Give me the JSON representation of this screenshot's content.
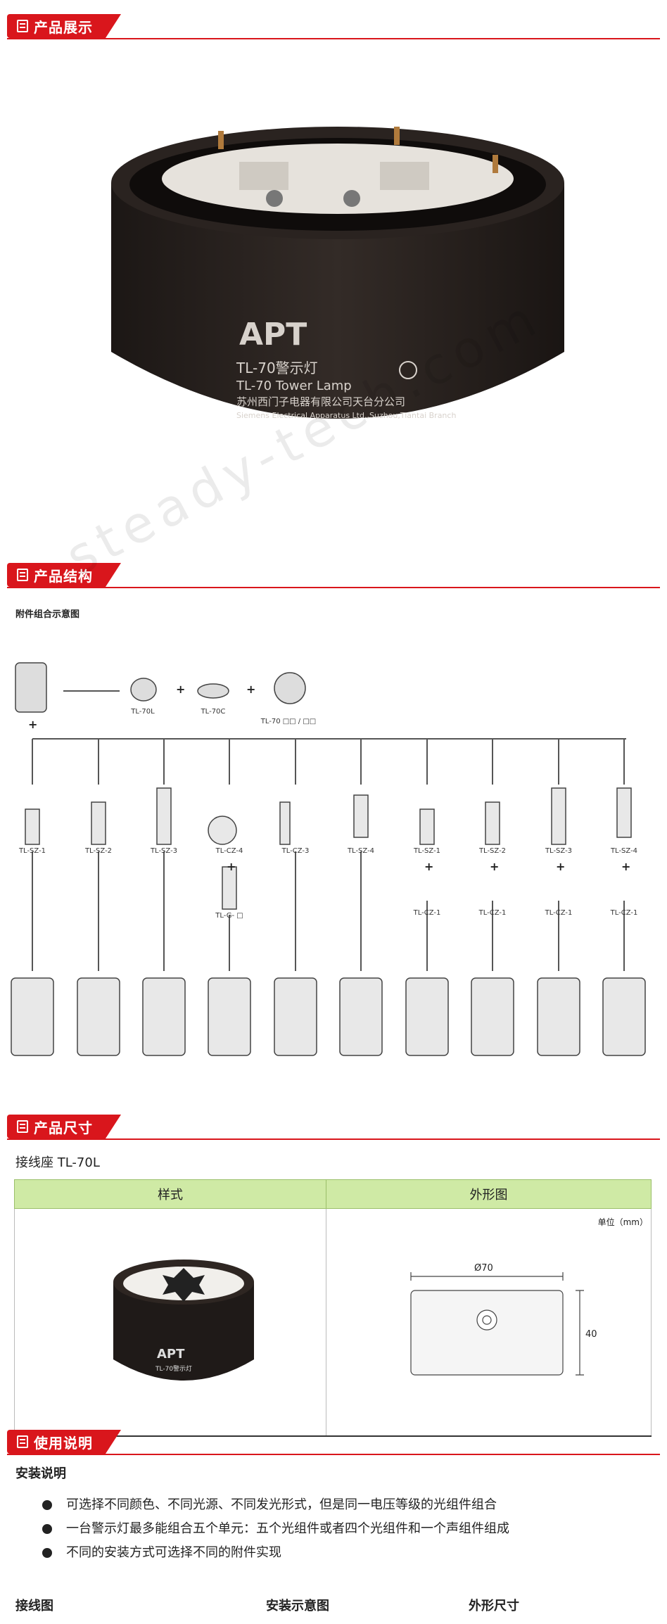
{
  "sections": {
    "display": "产品展示",
    "structure": "产品结构",
    "dimensions": "产品尺寸",
    "usage": "使用说明"
  },
  "product_photo": {
    "brand": "APT",
    "model_cn": "TL-70警示灯",
    "model_en": "TL-70 Tower Lamp",
    "company_cn": "苏州西门子电器有限公司天台分公司",
    "company_en": "Siemens Electrical Apparatus Ltd.,Suzhou,Tiantai Branch"
  },
  "structure": {
    "subtitle": "附件组合示意图",
    "top_parts": [
      "TL-70L",
      "TL-70C",
      "TL-70 □□ / □□"
    ],
    "columns": [
      "TL-SZ-1",
      "TL-SZ-2",
      "TL-SZ-3",
      "TL-CZ-4",
      "TL-CZ-3",
      "TL-SZ-4",
      "TL-SZ-1",
      "TL-SZ-2",
      "TL-SZ-3",
      "TL-SZ-4"
    ],
    "extra_g": "TL-G- □",
    "extra_cz": "TL-CZ-1"
  },
  "dimensions": {
    "subtitle": "接线座 TL-70L",
    "col_style": "样式",
    "col_outline": "外形图",
    "unit": "单位（mm）",
    "diameter": "Ø70",
    "height": "40",
    "photo_brand": "APT",
    "photo_model": "TL-70警示灯"
  },
  "usage": {
    "subtitle": "安装说明",
    "notes": [
      "可选择不同颜色、不同光源、不同发光形式，但是同一电压等级的光组件组合",
      "一台警示灯最多能组合五个单元：五个光组件或者四个光组件和一个声组件组成",
      "不同的安装方式可选择不同的附件实现"
    ],
    "bottom_labels": [
      "接线图",
      "安装示意图",
      "外形尺寸"
    ]
  },
  "watermark": "steady-tech.com",
  "colors": {
    "accent": "#d9161c",
    "table_header": "#cfeaa5"
  }
}
